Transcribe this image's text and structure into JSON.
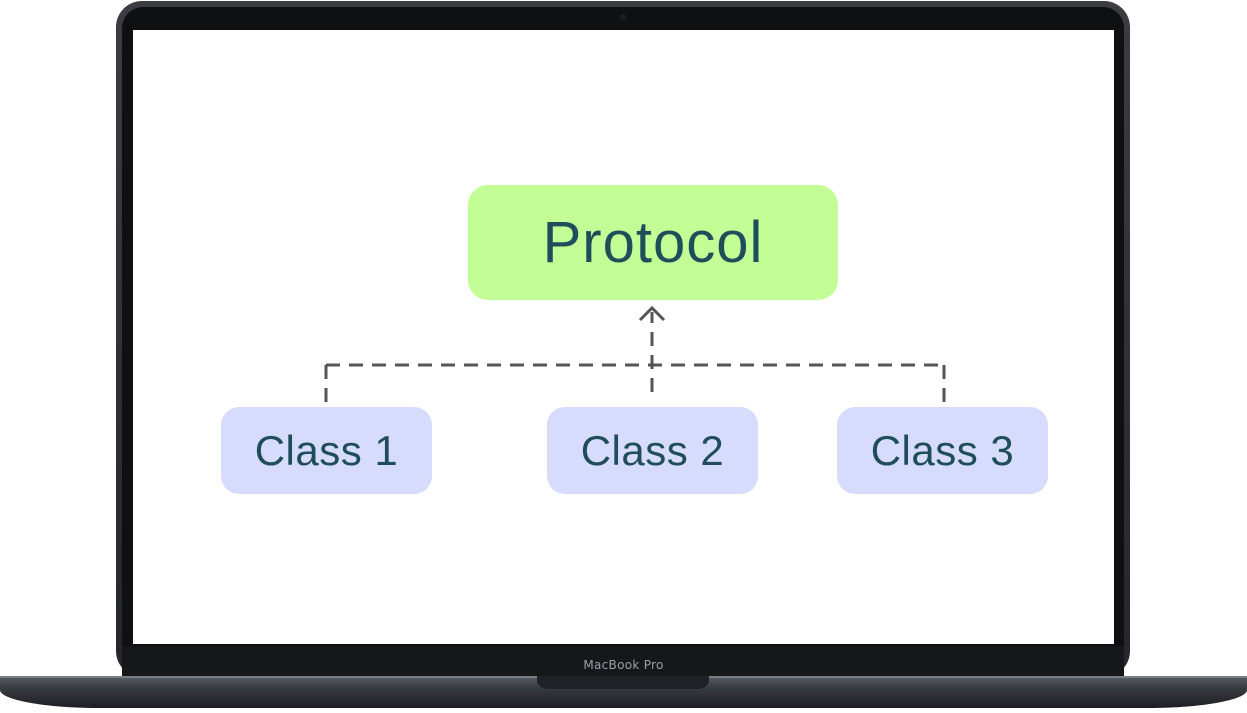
{
  "device": {
    "label": "MacBook Pro"
  },
  "diagram": {
    "root": {
      "label": "Protocol"
    },
    "children": [
      {
        "label": "Class 1"
      },
      {
        "label": "Class 2"
      },
      {
        "label": "Class 3"
      }
    ]
  },
  "colors": {
    "protocol_fill": "#c2fd95",
    "class_fill": "#d7dbfd",
    "text": "#1f4e5a",
    "connector": "#555555",
    "laptop_body": "#2b2c31",
    "laptop_bezel": "#0f1012"
  }
}
